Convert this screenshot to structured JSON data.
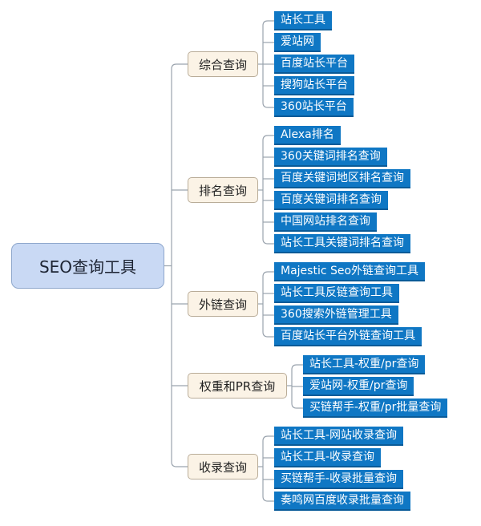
{
  "root": {
    "label": "SEO查询工具"
  },
  "categories": [
    {
      "label": "综合查询",
      "items": [
        "站长工具",
        "爱站网",
        "百度站长平台",
        "搜狗站长平台",
        "360站长平台"
      ]
    },
    {
      "label": "排名查询",
      "items": [
        "Alexa排名",
        "360关键词排名查询",
        "百度关键词地区排名查询",
        "百度关键词排名查询",
        "中国网站排名查询",
        "站长工具关键词排名查询"
      ]
    },
    {
      "label": "外链查询",
      "items": [
        "Majestic Seo外链查询工具",
        "站长工具反链查询工具",
        "360搜索外链管理工具",
        "百度站长平台外链查询工具"
      ]
    },
    {
      "label": "权重和PR查询",
      "items": [
        "站长工具-权重/pr查询",
        "爱站网-权重/pr查询",
        "买链帮手-权重/pr批量查询"
      ]
    },
    {
      "label": "收录查询",
      "items": [
        "站长工具-网站收录查询",
        "站长工具-收录查询",
        "买链帮手-收录批量查询",
        "奏鸣网百度收录批量查询"
      ]
    }
  ]
}
